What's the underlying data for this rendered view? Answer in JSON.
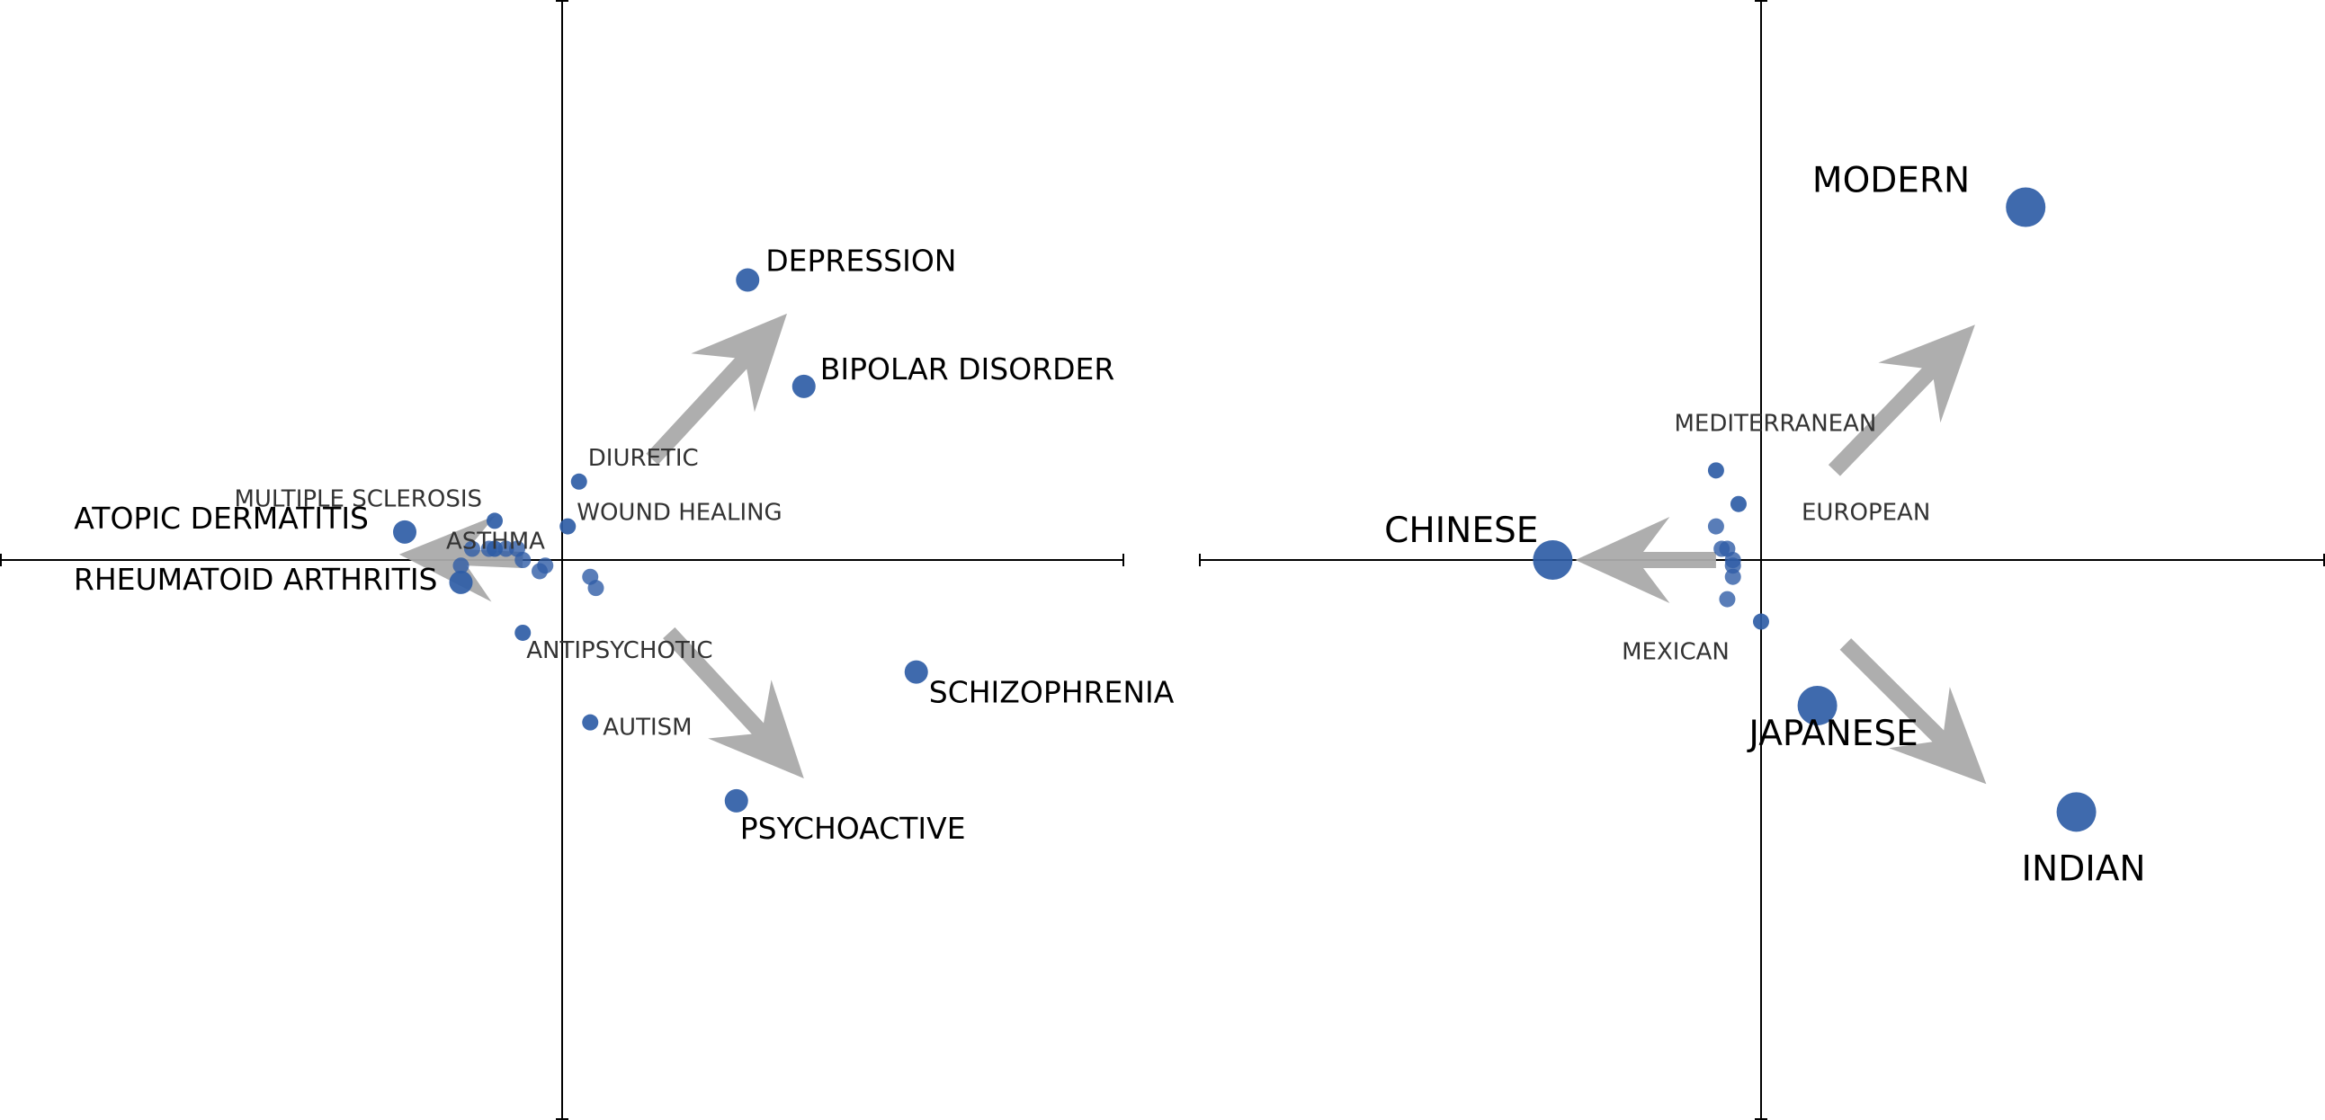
{
  "colors": {
    "point": "#2f5da6",
    "arrow": "#aaaaaa",
    "axis": "#000000",
    "label": "#000000",
    "label_small": "#333333"
  },
  "chart_data": [
    {
      "type": "scatter",
      "title": "",
      "xlabel": "",
      "ylabel": "",
      "grid": false,
      "xlim": [
        -1,
        1
      ],
      "ylim": [
        -1,
        1
      ],
      "axes": "crosshair-at-origin",
      "points": [
        {
          "label": "DEPRESSION",
          "x": 0.33,
          "y": 0.5,
          "size": "medium"
        },
        {
          "label": "BIPOLAR DISORDER",
          "x": 0.43,
          "y": 0.31,
          "size": "medium"
        },
        {
          "label": "SCHIZOPHRENIA",
          "x": 0.63,
          "y": -0.2,
          "size": "medium"
        },
        {
          "label": "PSYCHOACTIVE",
          "x": 0.31,
          "y": -0.43,
          "size": "medium"
        },
        {
          "label": "AUTISM",
          "x": 0.05,
          "y": -0.29,
          "size": "small"
        },
        {
          "label": "ANTIPSYCHOTIC",
          "x": -0.07,
          "y": -0.13,
          "size": "small"
        },
        {
          "label": "DIURETIC",
          "x": 0.03,
          "y": 0.14,
          "size": "small"
        },
        {
          "label": "WOUND HEALING",
          "x": 0.01,
          "y": 0.06,
          "size": "small"
        },
        {
          "label": "MULTIPLE SCLEROSIS",
          "x": -0.12,
          "y": 0.07,
          "size": "small"
        },
        {
          "label": "ATOPIC DERMATITIS",
          "x": -0.28,
          "y": 0.05,
          "size": "medium"
        },
        {
          "label": "ASTHMA",
          "x": -0.12,
          "y": 0.02,
          "size": "small"
        },
        {
          "label": "RHEUMATOID ARTHRITIS",
          "x": -0.18,
          "y": -0.04,
          "size": "medium"
        }
      ],
      "unlabeled_points": [
        {
          "x": -0.16,
          "y": 0.02
        },
        {
          "x": -0.13,
          "y": 0.02
        },
        {
          "x": -0.1,
          "y": 0.02
        },
        {
          "x": -0.08,
          "y": 0.02
        },
        {
          "x": -0.07,
          "y": 0.0
        },
        {
          "x": -0.04,
          "y": -0.02
        },
        {
          "x": -0.03,
          "y": -0.01
        },
        {
          "x": -0.18,
          "y": -0.01
        },
        {
          "x": 0.05,
          "y": -0.03
        },
        {
          "x": 0.06,
          "y": -0.05
        }
      ],
      "arrows": [
        {
          "direction": "up-right",
          "from": [
            0.16,
            0.18
          ],
          "to": [
            0.4,
            0.44
          ]
        },
        {
          "direction": "left",
          "from": [
            -0.07,
            0.0
          ],
          "to": [
            -0.29,
            0.01
          ]
        },
        {
          "direction": "down-right",
          "from": [
            0.19,
            -0.13
          ],
          "to": [
            0.43,
            -0.39
          ]
        }
      ]
    },
    {
      "type": "scatter",
      "title": "",
      "xlabel": "",
      "ylabel": "",
      "grid": false,
      "xlim": [
        -1,
        1
      ],
      "ylim": [
        -1,
        1
      ],
      "axes": "crosshair-at-origin",
      "points": [
        {
          "label": "MODERN",
          "x": 0.47,
          "y": 0.63,
          "size": "large"
        },
        {
          "label": "CHINESE",
          "x": -0.37,
          "y": 0.0,
          "size": "large"
        },
        {
          "label": "INDIAN",
          "x": 0.56,
          "y": -0.45,
          "size": "large"
        },
        {
          "label": "JAPANESE",
          "x": 0.1,
          "y": -0.26,
          "size": "large"
        },
        {
          "label": "MEDITERRANEAN",
          "x": -0.08,
          "y": 0.16,
          "size": "small"
        },
        {
          "label": "EUROPEAN",
          "x": -0.04,
          "y": 0.1,
          "size": "small"
        },
        {
          "label": "MEXICAN",
          "x": 0.0,
          "y": -0.11,
          "size": "small"
        }
      ],
      "unlabeled_points": [
        {
          "x": -0.08,
          "y": 0.06
        },
        {
          "x": -0.07,
          "y": 0.02
        },
        {
          "x": -0.06,
          "y": 0.02
        },
        {
          "x": -0.05,
          "y": 0.0
        },
        {
          "x": -0.05,
          "y": -0.01
        },
        {
          "x": -0.05,
          "y": -0.03
        },
        {
          "x": -0.06,
          "y": -0.07
        }
      ],
      "arrows": [
        {
          "direction": "up-right",
          "from": [
            0.13,
            0.16
          ],
          "to": [
            0.38,
            0.42
          ]
        },
        {
          "direction": "left",
          "from": [
            -0.08,
            0.0
          ],
          "to": [
            -0.33,
            0.0
          ]
        },
        {
          "direction": "down-right",
          "from": [
            0.15,
            -0.15
          ],
          "to": [
            0.4,
            -0.4
          ]
        }
      ]
    }
  ]
}
